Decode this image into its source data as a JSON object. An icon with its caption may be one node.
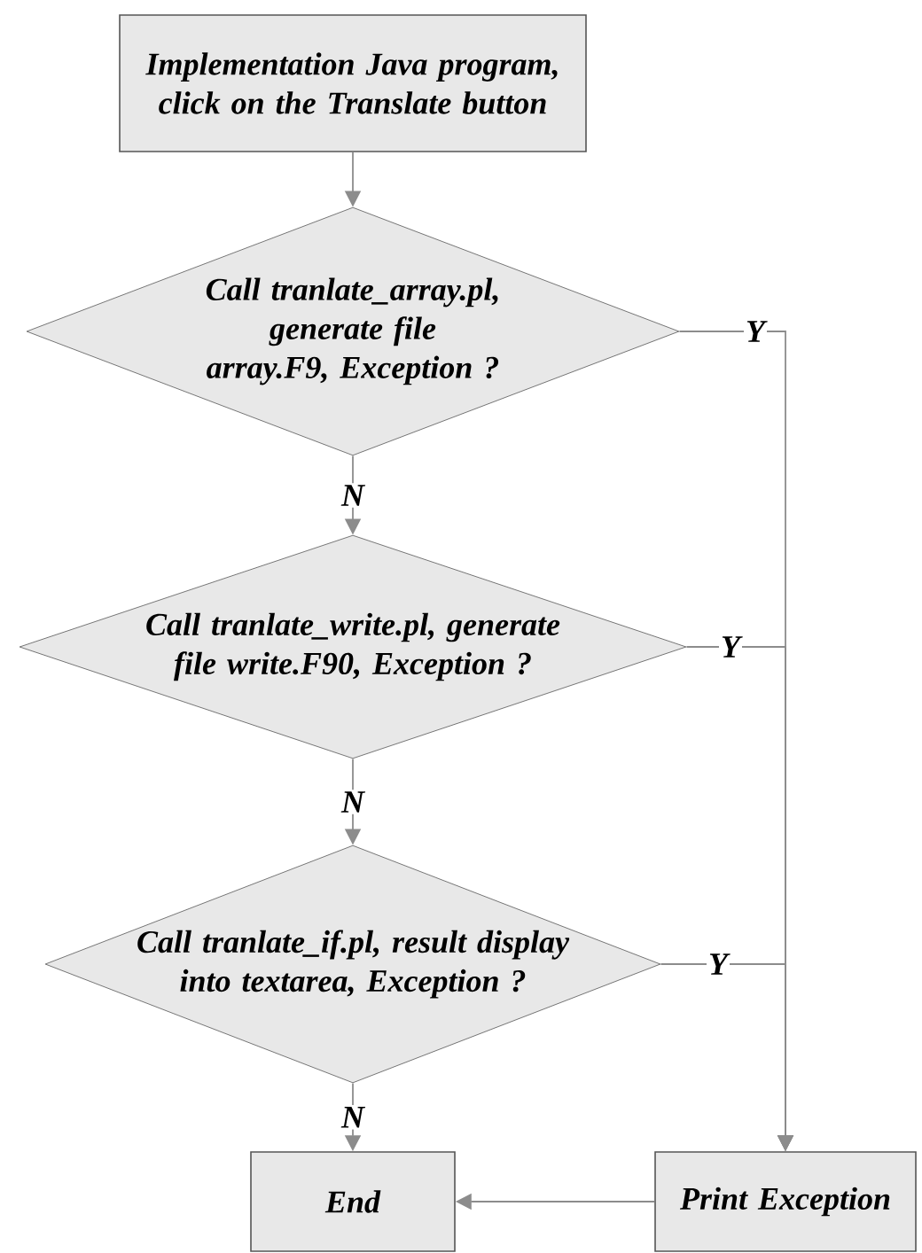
{
  "diagram": {
    "nodes": [
      {
        "text": [
          "Implementation Java program, click on the Translate button"
        ]
      },
      {
        "text": [
          "Call tranlate_array.pl, generate file array.F9, Exception ?"
        ]
      },
      {
        "text": [
          "Call tranlate_write.pl, generate file write.F90, Exception ?"
        ]
      },
      {
        "text": [
          "Call tranlate_if.pl, result display into textarea, Exception ?"
        ]
      },
      {
        "text": [
          "End"
        ]
      },
      {
        "text": [
          "Print Exception"
        ]
      }
    ],
    "edges": [
      {
        "from": 0,
        "to": 1,
        "arrow": "to"
      },
      {
        "from": 1,
        "to": 2,
        "arrow": "to",
        "label": "N"
      },
      {
        "from": 2,
        "to": 3,
        "arrow": "to",
        "label": "N"
      },
      {
        "from": 3,
        "to": 4,
        "arrow": "to",
        "label": "N"
      },
      {
        "from": 1,
        "to": 5,
        "arrow": "to",
        "label": "Y"
      },
      {
        "from": 2,
        "to": 5,
        "arrow": "to",
        "label": "Y"
      },
      {
        "from": 3,
        "to": 5,
        "arrow": "to",
        "label": "Y"
      },
      {
        "from": 5,
        "to": 4,
        "arrow": "to"
      }
    ]
  }
}
